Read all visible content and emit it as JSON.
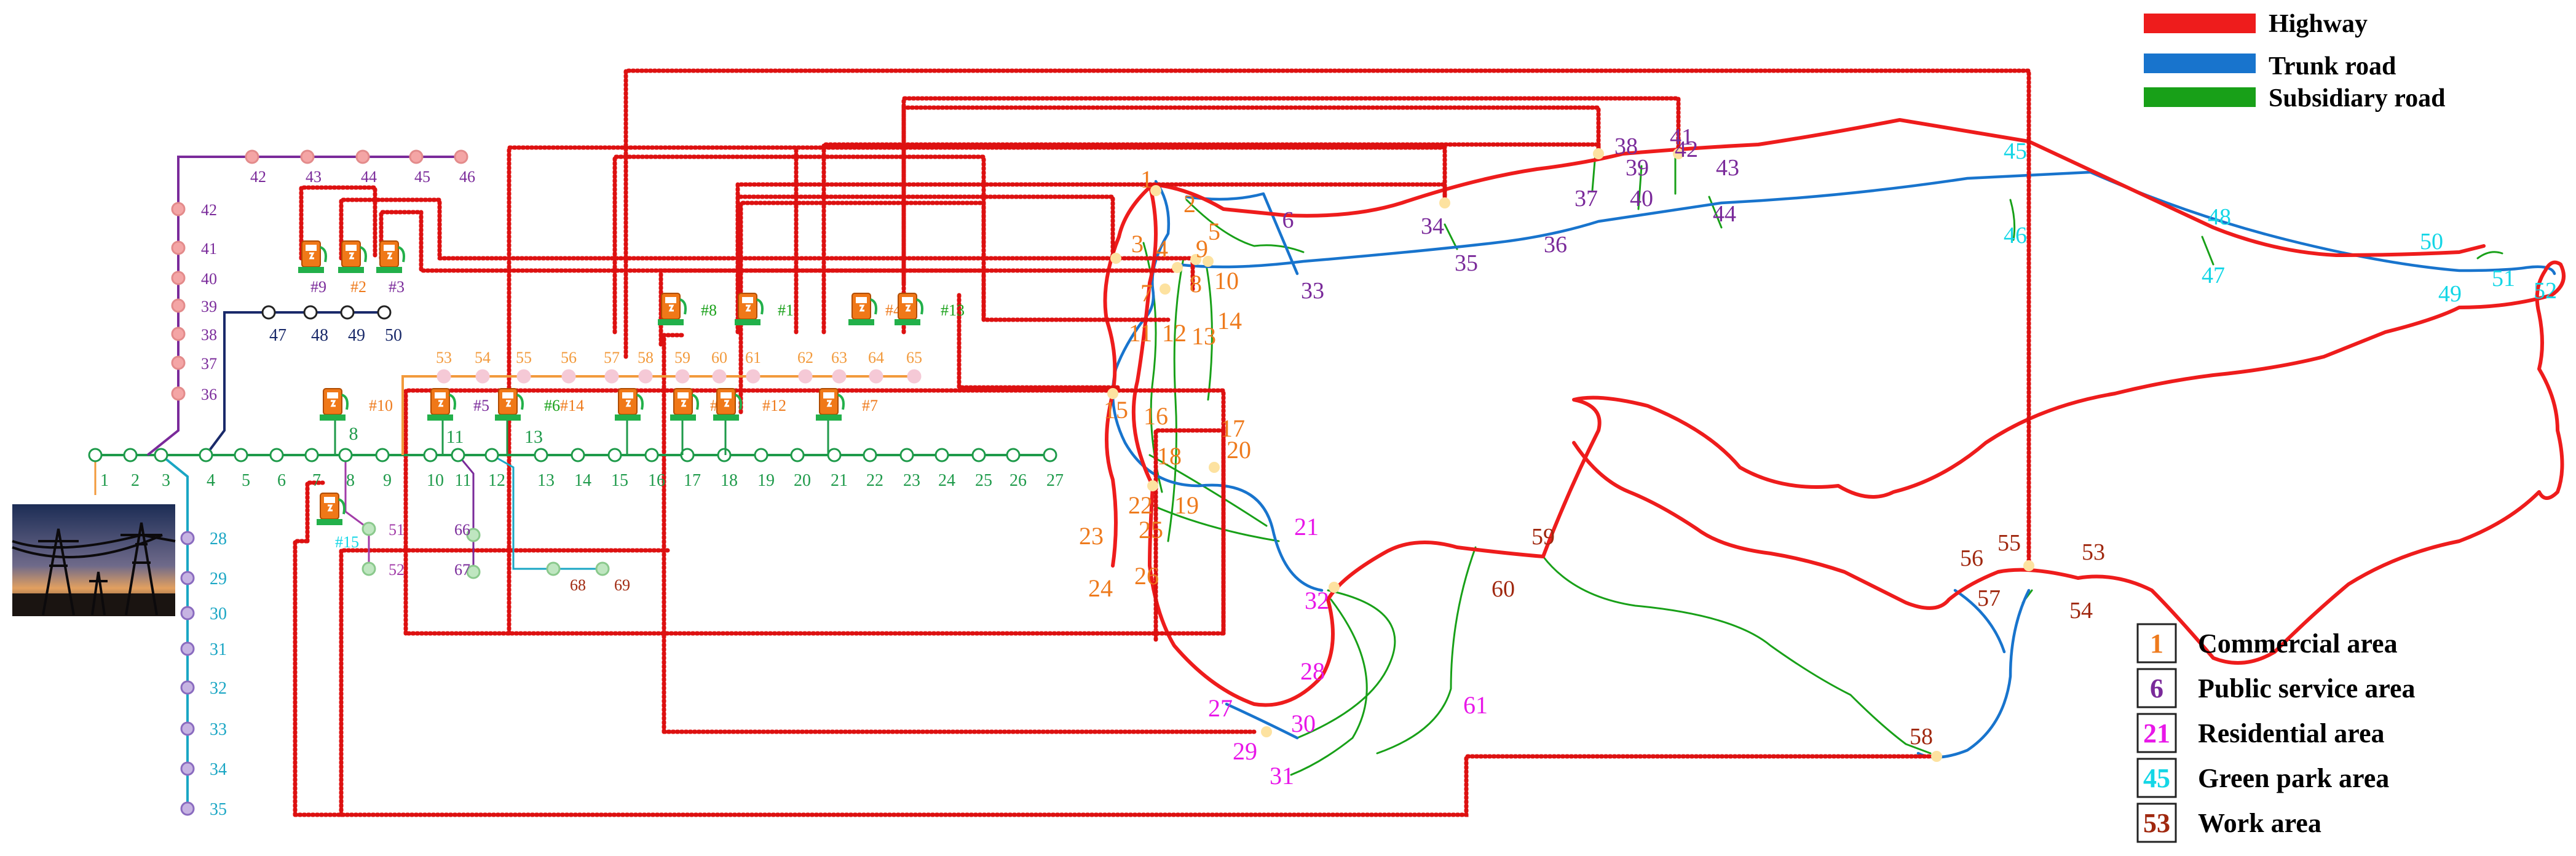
{
  "legend_roads": [
    {
      "label": "Highway",
      "color": "#ee1c1c"
    },
    {
      "label": "Trunk road",
      "color": "#1874cd"
    },
    {
      "label": "Subsidiary road",
      "color": "#18a018"
    }
  ],
  "legend_areas": [
    {
      "num": "1",
      "label": "Commercial area",
      "color": "#ee7a1c"
    },
    {
      "num": "6",
      "label": "Public service area",
      "color": "#7a2a9a"
    },
    {
      "num": "21",
      "label": "Residential area",
      "color": "#e817e8"
    },
    {
      "num": "45",
      "label": "Green park area",
      "color": "#14d6e6"
    },
    {
      "num": "53",
      "label": "Work area",
      "color": "#a0280f"
    }
  ],
  "colors": {
    "highway": "#ee1c1c",
    "trunk": "#1874cd",
    "subsidiary": "#18a018",
    "coupling": "#dd1111",
    "feeder_main": "#1e9a4a",
    "feeder_orange": "#f29a3c",
    "feeder_purple": "#7a2a9a",
    "feeder_navy": "#1a2a6a",
    "feeder_cyan": "#1aa6c4",
    "feeder_violet": "#a23ca8",
    "commercial": "#ee7a1c",
    "public": "#7a2a9a",
    "residential": "#e817e8",
    "green": "#14d6e6",
    "work": "#a0280f"
  },
  "power": {
    "main": [
      "1",
      "2",
      "3",
      "4",
      "5",
      "6",
      "7",
      "8",
      "9",
      "10",
      "11",
      "12",
      "13",
      "14",
      "15",
      "16",
      "17",
      "18",
      "19",
      "20",
      "21",
      "22",
      "23",
      "24",
      "25",
      "26",
      "27"
    ],
    "orange": [
      "53",
      "54",
      "55",
      "56",
      "57",
      "58",
      "59",
      "60",
      "61",
      "62",
      "63",
      "64",
      "65"
    ],
    "purple": [
      "36",
      "37",
      "38",
      "39",
      "40",
      "41",
      "42",
      "43",
      "44",
      "45",
      "46"
    ],
    "navy": [
      "47",
      "48",
      "49",
      "50"
    ],
    "cyan": [
      "28",
      "29",
      "30",
      "31",
      "32",
      "33",
      "34",
      "35"
    ],
    "short": [
      "51",
      "52",
      "66",
      "67",
      "68",
      "69"
    ]
  },
  "stations": [
    "#1",
    "#2",
    "#3",
    "#4",
    "#5",
    "#6",
    "#7",
    "#8",
    "#9",
    "#10",
    "#11",
    "#12",
    "#13",
    "#14",
    "#15"
  ],
  "road_labels": {
    "commercial": [
      "1",
      "2",
      "3",
      "4",
      "5",
      "7",
      "8",
      "9",
      "10",
      "11",
      "12",
      "13",
      "14",
      "15",
      "16",
      "17",
      "18",
      "19",
      "20",
      "22",
      "23",
      "24",
      "25",
      "26"
    ],
    "public": [
      "6",
      "33",
      "34",
      "35",
      "36",
      "37",
      "38",
      "39",
      "40",
      "41",
      "42",
      "43",
      "44"
    ],
    "residential": [
      "21",
      "27",
      "28",
      "29",
      "30",
      "31",
      "32",
      "61"
    ],
    "green": [
      "45",
      "46",
      "47",
      "48",
      "49",
      "50",
      "51",
      "52"
    ],
    "work": [
      "53",
      "54",
      "55",
      "56",
      "57",
      "58",
      "59",
      "60"
    ]
  }
}
